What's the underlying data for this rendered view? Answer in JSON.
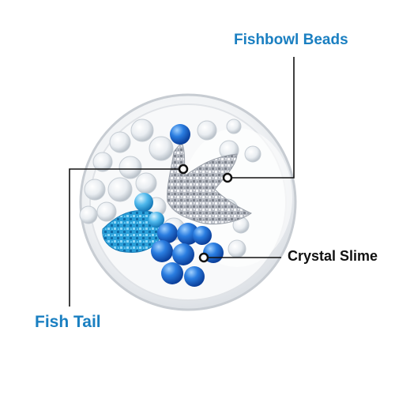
{
  "labels": {
    "fishbowl_beads": "Fishbowl Beads",
    "crystal_slime": "Crystal Slime",
    "fish_tail": "Fish Tail"
  },
  "colors": {
    "fishbowl_beads": "#1a7fc1",
    "crystal_slime": "#111111",
    "fish_tail": "#1a7fc1",
    "leader_line": "#111111",
    "bead_blue": "#1f6fd6",
    "glitter_blue": "#2aa3de",
    "glitter_silver": "#c9ccd2"
  }
}
